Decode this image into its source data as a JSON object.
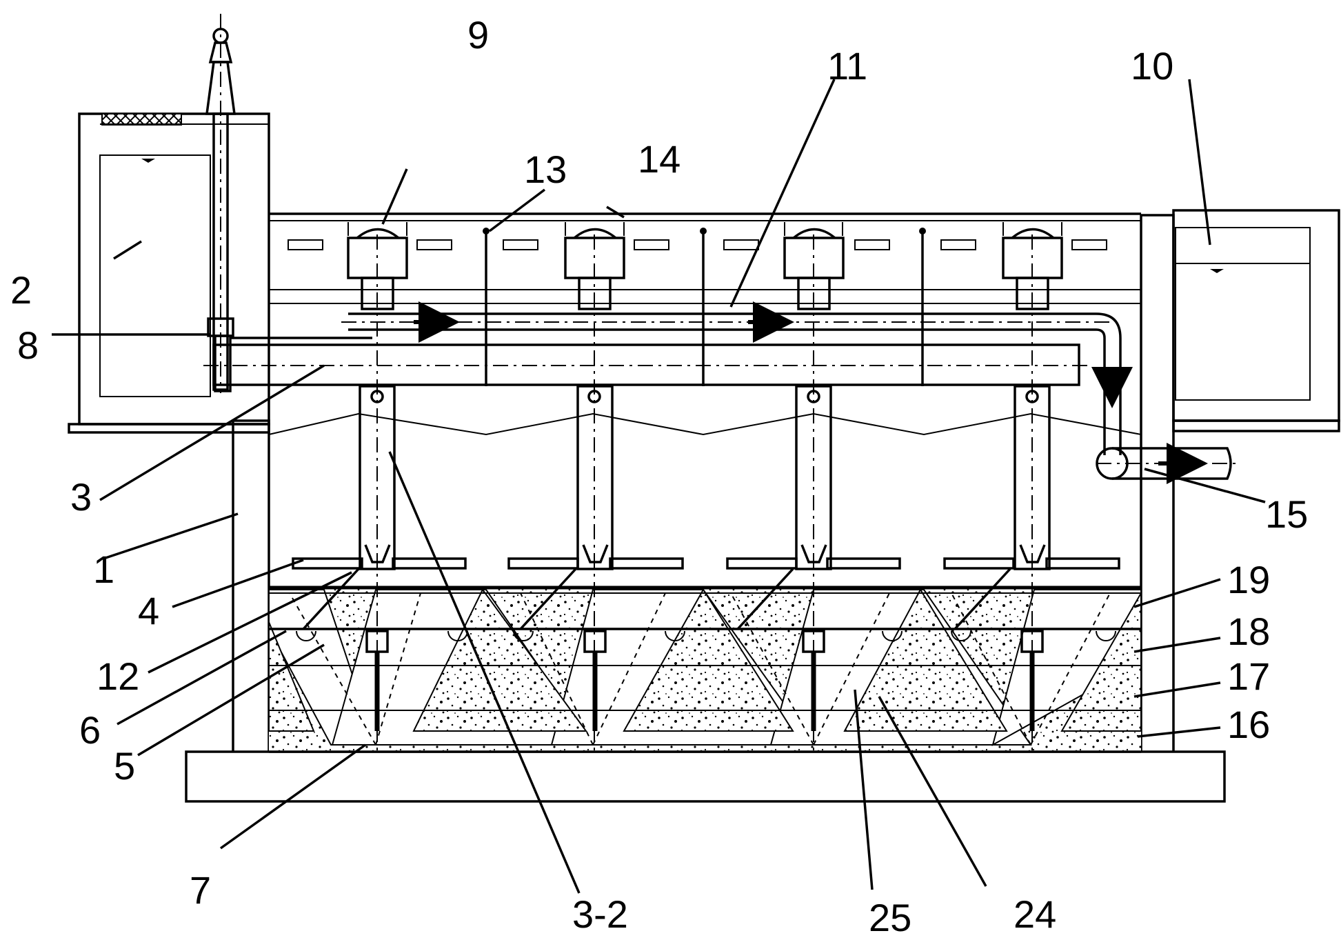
{
  "labels": {
    "l1": "1",
    "l2": "2",
    "l3": "3",
    "l3_2": "3-2",
    "l4": "4",
    "l5": "5",
    "l6": "6",
    "l7": "7",
    "l8": "8",
    "l9": "9",
    "l10": "10",
    "l11": "11",
    "l12": "12",
    "l13": "13",
    "l14": "14",
    "l15": "15",
    "l16": "16",
    "l17": "17",
    "l18": "18",
    "l19": "19",
    "l24": "24",
    "l25": "25"
  }
}
